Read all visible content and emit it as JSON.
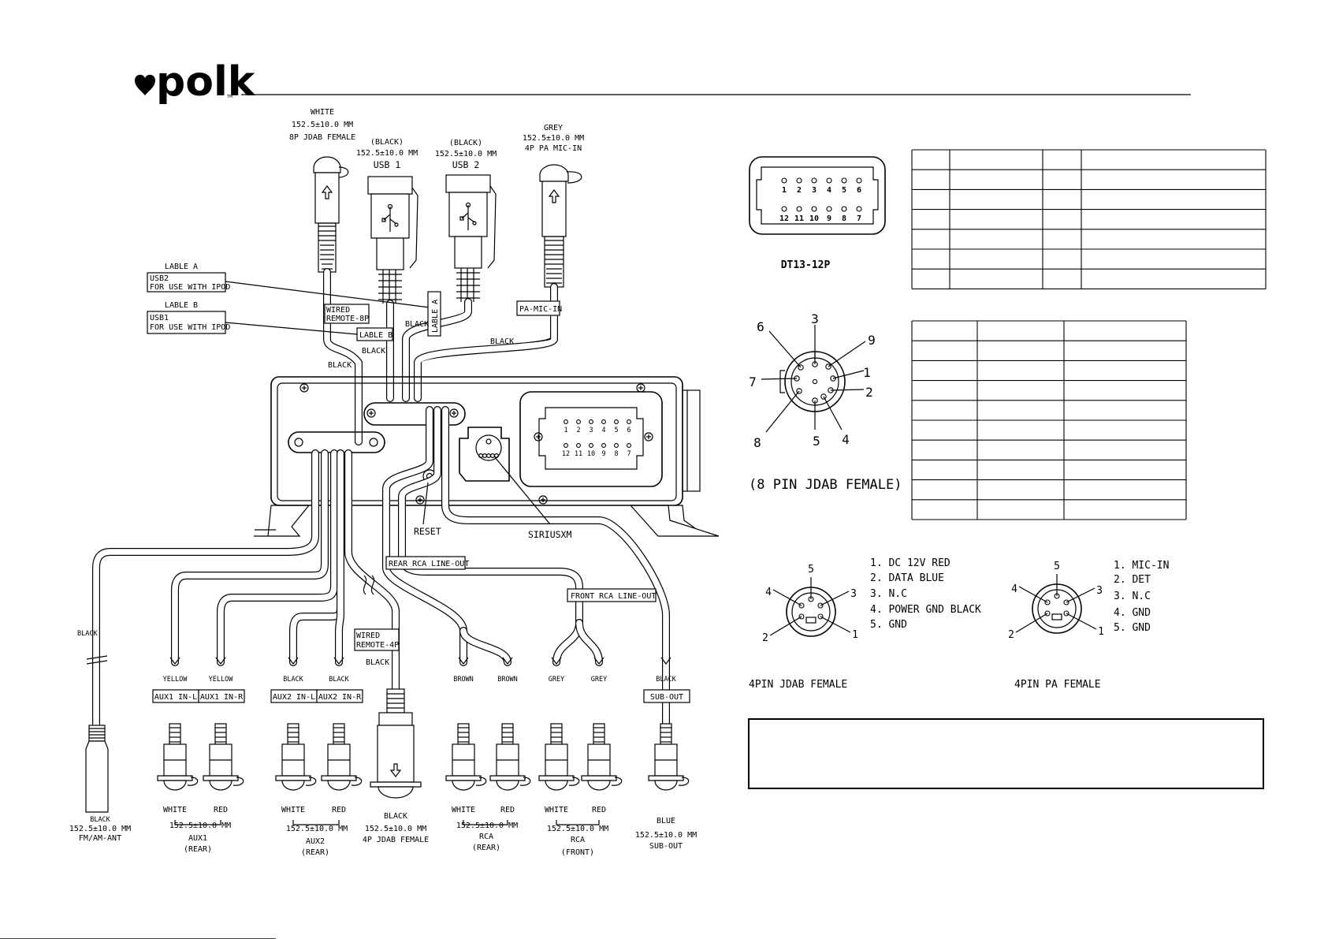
{
  "brand": {
    "logo_text": "polk",
    "trademark": "TM"
  },
  "top_cables": [
    {
      "color": "WHITE",
      "length": "152.5±10.0 MM",
      "name": "8P JDAB FEMALE"
    },
    {
      "color": "(BLACK)",
      "length": "152.5±10.0 MM",
      "name": "USB 1"
    },
    {
      "color": "(BLACK)",
      "length": "152.5±10.0 MM",
      "name": "USB 2"
    },
    {
      "color": "GREY",
      "length": "152.5±10.0 MM",
      "name": "4P PA MIC-IN"
    }
  ],
  "labels": {
    "lable_a_title": "LABLE A",
    "lable_a_line1": "USB2",
    "lable_a_line2": "FOR USE WITH IPOD",
    "lable_b_title": "LABLE B",
    "lable_b_line1": "USB1",
    "lable_b_line2": "FOR USE WITH IPOD",
    "tag_lable_a": "LABLE A",
    "tag_lable_b": "LABLE B",
    "tag_wired_8p_1": "WIRED",
    "tag_wired_8p_2": "REMOTE-8P",
    "tag_pa_mic_in": "PA-MIC-IN",
    "black_1": "BLACK",
    "black_2": "BLACK",
    "black_3": "BLACK",
    "black_4": "BLACK",
    "reset": "RESET",
    "siriusxm": "SIRIUSXM",
    "rear_rca_line_out": "REAR RCA LINE-OUT",
    "front_rca_line_out": "FRONT RCA LINE-OUT",
    "tag_wired_4p_1": "WIRED",
    "tag_wired_4p_2": "REMOTE-4P",
    "black_wired_4p": "BLACK",
    "black_antenna": "BLACK"
  },
  "bottom_tags": [
    {
      "wire": "YELLOW",
      "tag": "AUX1 IN-L"
    },
    {
      "wire": "YELLOW",
      "tag": "AUX1 IN-R"
    },
    {
      "wire": "BLACK",
      "tag": "AUX2 IN-L"
    },
    {
      "wire": "BLACK",
      "tag": "AUX2 IN-R"
    },
    {
      "wire": "BROWN",
      "tag": ""
    },
    {
      "wire": "BROWN",
      "tag": ""
    },
    {
      "wire": "GREY",
      "tag": ""
    },
    {
      "wire": "GREY",
      "tag": ""
    },
    {
      "wire": "BLACK",
      "tag": "SUB-OUT"
    }
  ],
  "plug_colors": [
    "WHITE",
    "RED",
    "WHITE",
    "RED",
    "WHITE",
    "RED",
    "WHITE",
    "RED",
    "BLUE"
  ],
  "bottom_groups": [
    {
      "color": "BLACK",
      "length": "152.5±10.0 MM",
      "name": "FM/AM-ANT",
      "sub": ""
    },
    {
      "color": "",
      "length": "152.5±10.0 MM",
      "name": "AUX1",
      "sub": "(REAR)"
    },
    {
      "color": "",
      "length": "152.5±10.0 MM",
      "name": "AUX2",
      "sub": "(REAR)"
    },
    {
      "color": "BLACK",
      "length": "152.5±10.0 MM",
      "name": "4P JDAB FEMALE",
      "sub": ""
    },
    {
      "color": "",
      "length": "152.5±10.0 MM",
      "name": "RCA",
      "sub": "(REAR)"
    },
    {
      "color": "",
      "length": "152.5±10.0 MM",
      "name": "RCA",
      "sub": "(FRONT)"
    },
    {
      "color": "",
      "length": "152.5±10.0 MM",
      "name": "SUB-OUT",
      "sub": ""
    }
  ],
  "dt13": {
    "caption": "DT13-12P",
    "pins_top": [
      "1",
      "2",
      "3",
      "4",
      "5",
      "6"
    ],
    "pins_bottom": [
      "12",
      "11",
      "10",
      "9",
      "8",
      "7"
    ]
  },
  "dt13_table_rows": 6,
  "jdab8": {
    "caption": "(8 PIN JDAB FEMALE)",
    "pins": [
      "1",
      "2",
      "3",
      "4",
      "5",
      "6",
      "7",
      "8",
      "9"
    ]
  },
  "jdab8_table_rows": 10,
  "jdab4": {
    "pins": [
      "1",
      "2",
      "3",
      "4",
      "5"
    ],
    "pinout": [
      "1. DC 12V RED",
      "2. DATA BLUE",
      "3. N.C",
      "4. POWER GND BLACK",
      "5. GND"
    ],
    "caption": "4PIN  JDAB FEMALE"
  },
  "pa4": {
    "pins": [
      "1",
      "2",
      "3",
      "4",
      "5"
    ],
    "pinout": [
      "1. MIC-IN",
      "2. DET",
      "3. N.C",
      "4. GND",
      "5. GND"
    ],
    "caption": "4PIN  PA FEMALE"
  },
  "chassis_connector_pins": {
    "top": [
      "1",
      "2",
      "3",
      "4",
      "5",
      "6"
    ],
    "bottom": [
      "12",
      "11",
      "10",
      "9",
      "8",
      "7"
    ]
  }
}
